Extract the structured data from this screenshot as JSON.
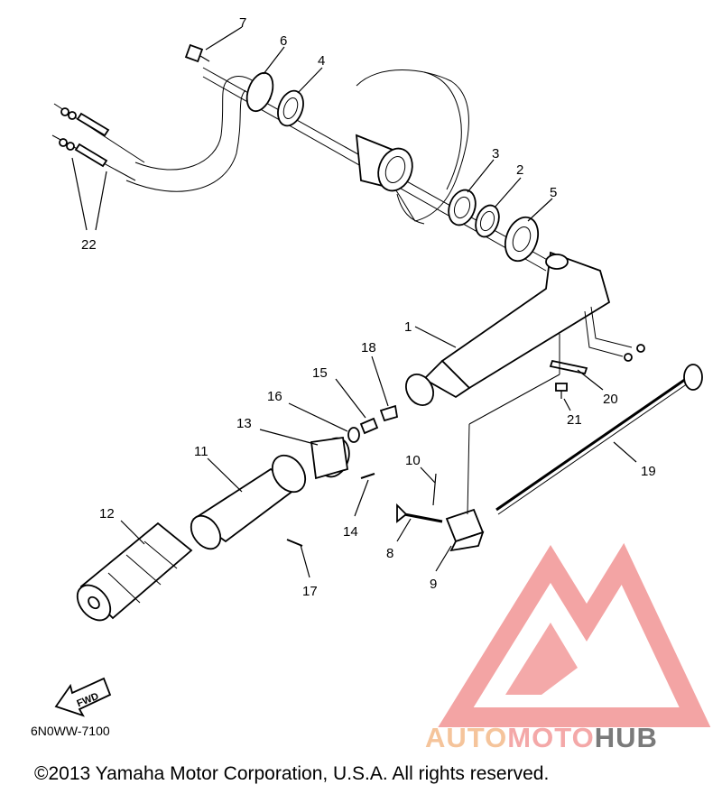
{
  "diagram": {
    "code": "6N0WW-7100",
    "fwd_label": "FWD",
    "copyright": "©2013 Yamaha Motor Corporation, U.S.A. All rights reserved.",
    "watermark": {
      "part1": "AUTO",
      "part2": "MOTO",
      "part3": "HUB",
      "colors": {
        "auto": "#f5c49b",
        "moto": "#f4a8a8",
        "hub": "#7a7a7a",
        "logo": "#f29a9a"
      }
    },
    "callouts": [
      "1",
      "2",
      "3",
      "4",
      "5",
      "6",
      "7",
      "8",
      "9",
      "10",
      "11",
      "12",
      "13",
      "14",
      "15",
      "16",
      "17",
      "18",
      "19",
      "20",
      "21",
      "22"
    ]
  }
}
